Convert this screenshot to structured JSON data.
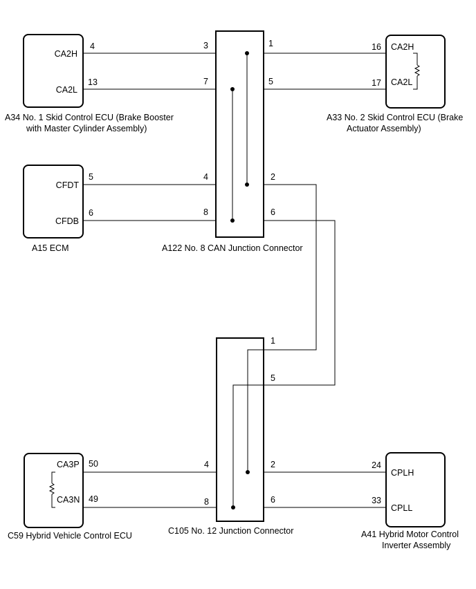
{
  "components": {
    "a34": {
      "line1": "A34  No. 1 Skid Control ECU (Brake Booster",
      "line2": "with Master Cylinder Assembly)",
      "pins": {
        "top": "CA2H",
        "bottom": "CA2L"
      },
      "pin_numbers": {
        "top": "4",
        "bottom": "13"
      }
    },
    "a33": {
      "line1": "A33  No. 2 Skid Control ECU (Brake",
      "line2": "Actuator Assembly)",
      "pins": {
        "top": "CA2H",
        "bottom": "CA2L"
      },
      "pin_numbers": {
        "top": "16",
        "bottom": "17"
      }
    },
    "a15": {
      "line1": "A15  ECM",
      "pins": {
        "top": "CFDT",
        "bottom": "CFDB"
      },
      "pin_numbers": {
        "top": "5",
        "bottom": "6"
      }
    },
    "a122": {
      "line1": "A122  No. 8 CAN Junction Connector",
      "left_pins": [
        "3",
        "7",
        "4",
        "8"
      ],
      "right_pins": [
        "1",
        "5",
        "2",
        "6"
      ]
    },
    "c105": {
      "line1": "C105  No. 12 Junction Connector",
      "right_pins_top": [
        "1",
        "5"
      ],
      "left_pins": [
        "4",
        "8"
      ],
      "right_pins_bottom": [
        "2",
        "6"
      ]
    },
    "c59": {
      "line1": "C59  Hybrid Vehicle Control ECU",
      "pins": {
        "top": "CA3P",
        "bottom": "CA3N"
      },
      "pin_numbers": {
        "top": "50",
        "bottom": "49"
      }
    },
    "a41": {
      "line1": "A41  Hybrid Motor Control",
      "line2": "Inverter Assembly",
      "pins": {
        "top": "CPLH",
        "bottom": "CPLL"
      },
      "pin_numbers": {
        "top": "24",
        "bottom": "33"
      }
    }
  }
}
